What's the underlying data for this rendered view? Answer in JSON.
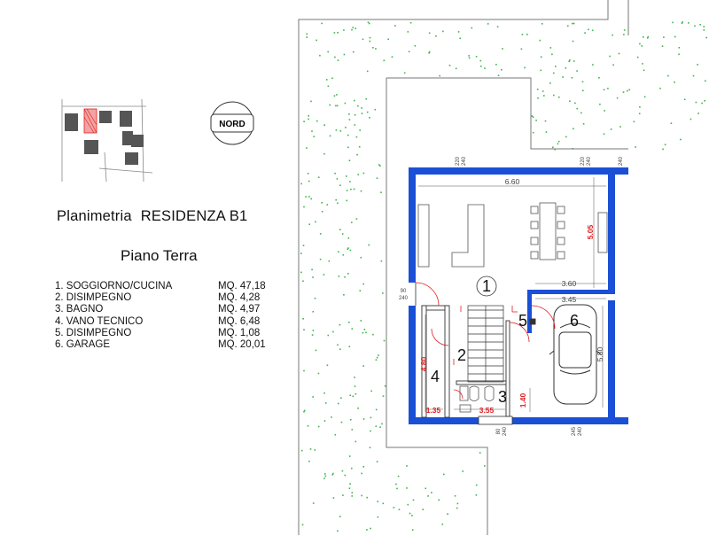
{
  "title": {
    "label": "Planimetria",
    "name": "RESIDENZA B1"
  },
  "subtitle": "Piano Terra",
  "rooms": [
    {
      "name": "1. SOGGIORNO/CUCINA",
      "area": "MQ. 47,18"
    },
    {
      "name": "2. DISIMPEGNO",
      "area": "MQ. 4,28"
    },
    {
      "name": "3. BAGNO",
      "area": "MQ. 4,97"
    },
    {
      "name": "4. VANO TECNICO",
      "area": "MQ. 6,48"
    },
    {
      "name": "5. DISIMPEGNO",
      "area": "MQ. 1,08"
    },
    {
      "name": "6. GARAGE",
      "area": "MQ. 20,01"
    }
  ],
  "north_label": "NORD",
  "room_numbers": [
    "1",
    "2",
    "3",
    "4",
    "5",
    "6"
  ],
  "dimensions": {
    "living_width": "6.60",
    "living_depth": "5.05",
    "living_sub_width": "3.60",
    "garage_width": "3.45",
    "garage_depth": "5.80",
    "tech_depth": "4.80",
    "tech_width": "1.35",
    "bath_width": "3.55",
    "bath_depth": "1.40"
  },
  "opening_tags": {
    "top_1": [
      "220",
      "240"
    ],
    "top_2": [
      "220",
      "240"
    ],
    "top_3": [
      "240"
    ],
    "left_door": [
      "90",
      "240"
    ],
    "bottom_1": [
      "80",
      "240"
    ],
    "bottom_2": [
      "245",
      "240"
    ]
  },
  "colors": {
    "wall": "#1a4fd6",
    "lawn_dot": "#3fb34a",
    "highlight": "#ef4444",
    "door_red": "#e11d1d"
  }
}
